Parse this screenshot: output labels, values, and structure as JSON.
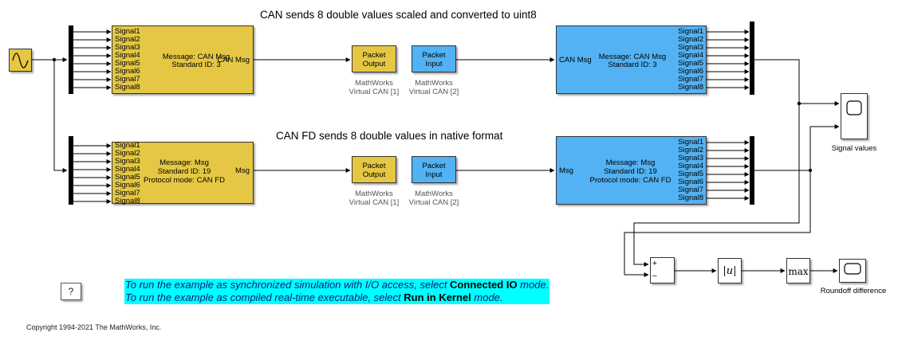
{
  "titles": {
    "can": "CAN sends 8 double values scaled and converted to uint8",
    "canfd": "CAN FD sends 8 double values in native format"
  },
  "signals": [
    "Signal1",
    "Signal2",
    "Signal3",
    "Signal4",
    "Signal5",
    "Signal6",
    "Signal7",
    "Signal8"
  ],
  "can_pack": {
    "message": "Message: CAN Msg",
    "id": "Standard ID: 3",
    "port": "CAN Msg"
  },
  "canfd_pack": {
    "message": "Message: Msg",
    "id": "Standard ID: 19",
    "protocol": "Protocol mode: CAN FD",
    "port": "Msg"
  },
  "can_unpack": {
    "message": "Message: CAN Msg",
    "id": "Standard ID: 3",
    "port": "CAN Msg"
  },
  "canfd_unpack": {
    "message": "Message: Msg",
    "id": "Standard ID: 19",
    "protocol": "Protocol mode: CAN FD",
    "port": "Msg"
  },
  "packet_output": {
    "line1": "Packet",
    "line2": "Output",
    "lbl1": "MathWorks",
    "lbl2": "Virtual CAN [1]"
  },
  "packet_input": {
    "line1": "Packet",
    "line2": "Input",
    "lbl1": "MathWorks",
    "lbl2": "Virtual CAN [2]"
  },
  "sum": {
    "plus": "+",
    "minus": "–"
  },
  "abs": {
    "label": "|u|"
  },
  "max": {
    "label": "max"
  },
  "scopes": {
    "signal_values": "Signal values",
    "roundoff": "Roundoff difference"
  },
  "help": {
    "label": "?"
  },
  "note": {
    "line1_pre": "To run the example as synchronized simulation with I/O access, select ",
    "line1_bold": "Connected IO",
    "line1_post": " mode.",
    "line2_pre": "To run the example as compiled real-time executable, select ",
    "line2_bold": "Run in Kernel",
    "line2_post": " mode."
  },
  "copyright": "Copyright 1994-2021 The MathWorks, Inc.",
  "colors": {
    "yellow_block": "#e5c744",
    "blue_block": "#52b2f3",
    "note_highlight": "#00ffff"
  }
}
